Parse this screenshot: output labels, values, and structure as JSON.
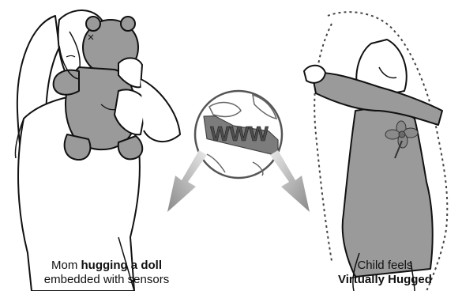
{
  "globe": {
    "label": "WWW"
  },
  "left_caption": {
    "prefix": "Mom ",
    "bold": "hugging a doll",
    "line2": "embedded with sensors"
  },
  "right_caption": {
    "line1": "Child feels",
    "bold": "Virtually Hugged"
  },
  "colors": {
    "figure_fill": "#9a9a9a",
    "skin": "#ffffff",
    "outline": "#111111",
    "arrow": "#a9a9a9"
  }
}
